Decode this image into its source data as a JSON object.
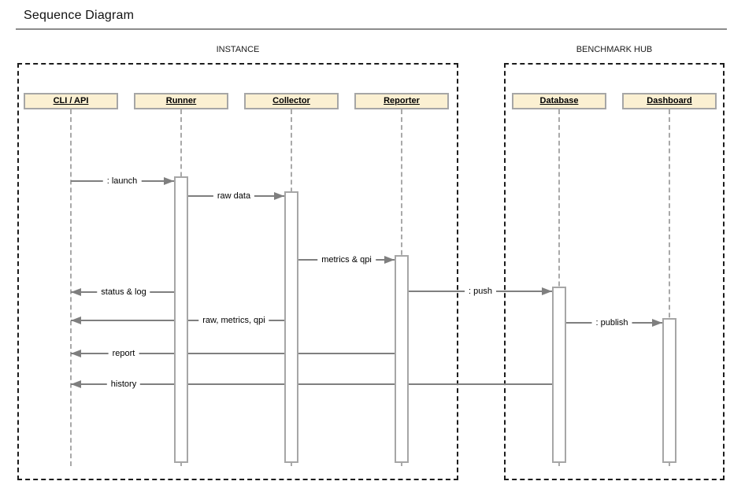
{
  "title": "Sequence Diagram",
  "frames": [
    {
      "label": "INSTANCE"
    },
    {
      "label": "BENCHMARK HUB"
    }
  ],
  "actors": [
    {
      "label": "CLI / API",
      "frame": "INSTANCE"
    },
    {
      "label": "Runner",
      "frame": "INSTANCE"
    },
    {
      "label": "Collector",
      "frame": "INSTANCE"
    },
    {
      "label": "Reporter",
      "frame": "INSTANCE"
    },
    {
      "label": "Database",
      "frame": "BENCHMARK HUB"
    },
    {
      "label": "Dashboard",
      "frame": "BENCHMARK HUB"
    }
  ],
  "messages": [
    {
      "label": ": launch",
      "from": "CLI / API",
      "to": "Runner",
      "direction": "right"
    },
    {
      "label": "raw data",
      "from": "Runner",
      "to": "Collector",
      "direction": "right"
    },
    {
      "label": "metrics & qpi",
      "from": "Collector",
      "to": "Reporter",
      "direction": "right"
    },
    {
      "label": ": push",
      "from": "Reporter",
      "to": "Database",
      "direction": "right"
    },
    {
      "label": "status & log",
      "from": "Runner",
      "to": "CLI / API",
      "direction": "left"
    },
    {
      "label": "raw, metrics, qpi",
      "from": "Collector",
      "to": "CLI / API",
      "direction": "left"
    },
    {
      "label": ": publish",
      "from": "Database",
      "to": "Dashboard",
      "direction": "right"
    },
    {
      "label": "report",
      "from": "Reporter",
      "to": "CLI / API",
      "direction": "left"
    },
    {
      "label": "history",
      "from": "Database",
      "to": "CLI / API",
      "direction": "left"
    }
  ],
  "colors": {
    "actor_fill": "#FBF0D2",
    "actor_border": "#A6A6A6",
    "message_line": "#7F7F7F",
    "lifeline": "#A9A9A9",
    "frame_border": "#1C1C1C",
    "title_rule": "#8C8C8C"
  }
}
